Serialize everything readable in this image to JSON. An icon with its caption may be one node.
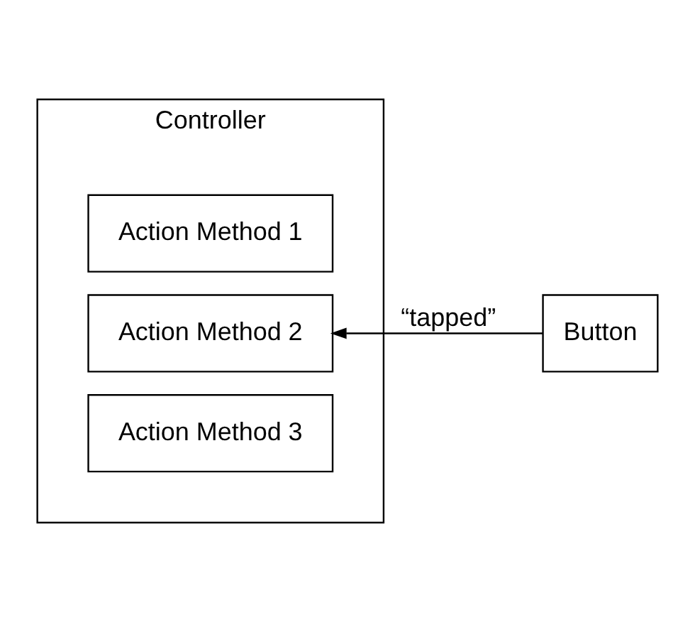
{
  "diagram": {
    "nodes": [
      {
        "text": [
          "Controller"
        ]
      },
      {
        "text": [
          "Action Method 1"
        ],
        "in": 0
      },
      {
        "text": [
          "Action Method 2"
        ],
        "in": 0
      },
      {
        "text": [
          "Action Method 3"
        ],
        "in": 0
      },
      {
        "text": [
          "Button"
        ]
      }
    ],
    "edges": [
      {
        "from": 4,
        "to": 2,
        "arrow": "to",
        "label": "“tapped”"
      }
    ]
  }
}
